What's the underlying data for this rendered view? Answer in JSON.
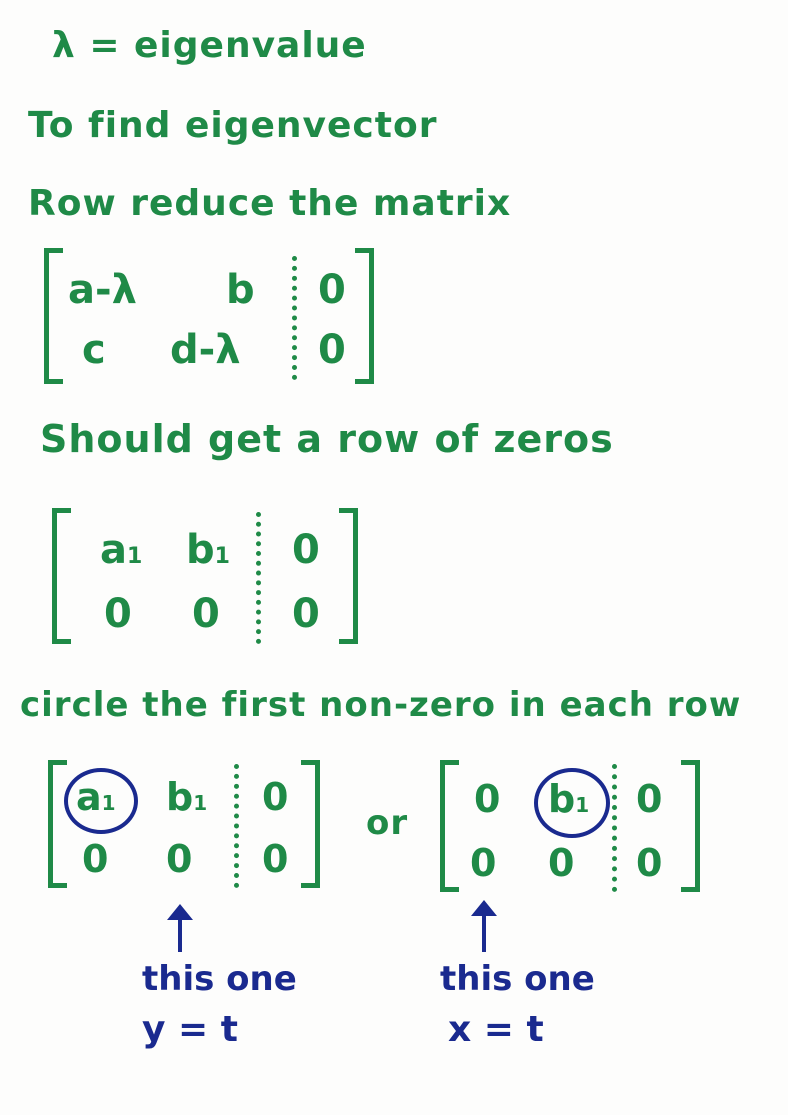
{
  "notes": {
    "line1": "λ = eigenvalue",
    "line2": "To find eigenvector",
    "line3": "Row reduce the matrix",
    "line4": "Should get a row of zeros",
    "line5": "circle the first non-zero in each row",
    "or": "or"
  },
  "matrix1": {
    "r1c1": "a-λ",
    "r1c2": "b",
    "r1c3": "0",
    "r2c1": "c",
    "r2c2": "d-λ",
    "r2c3": "0"
  },
  "matrix2": {
    "r1c1": "a",
    "r1c1_sub": "1",
    "r1c2": "b",
    "r1c2_sub": "1",
    "r1c3": "0",
    "r2c1": "0",
    "r2c2": "0",
    "r2c3": "0"
  },
  "matrix3": {
    "r1c1": "a",
    "r1c1_sub": "1",
    "r1c2": "b",
    "r1c2_sub": "1",
    "r1c3": "0",
    "r2c1": "0",
    "r2c2": "0",
    "r2c3": "0"
  },
  "matrix4": {
    "r1c1": "0",
    "r1c2": "b",
    "r1c2_sub": "1",
    "r1c3": "0",
    "r2c1": "0",
    "r2c2": "0",
    "r2c3": "0"
  },
  "annotations": {
    "left_label": "this one",
    "left_eq": "y = t",
    "right_label": "this one",
    "right_eq": "x = t"
  },
  "colors": {
    "green_ink": "#1f8a47",
    "blue_ink": "#1a2a8f"
  }
}
